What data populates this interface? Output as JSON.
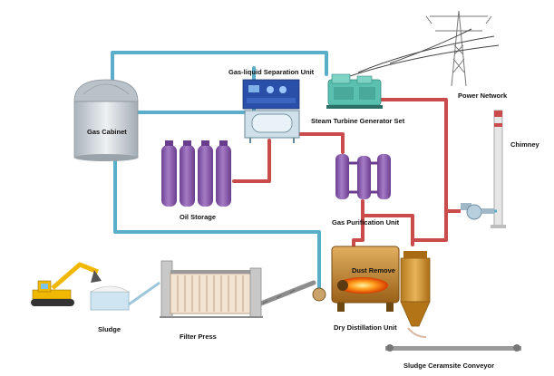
{
  "labels": {
    "gas_cabinet": "Gas Cabinet",
    "gas_liquid_separation_unit": "Gas-liquid Separation Unit",
    "steam_turbine_generator_set": "Steam Turbine Generator Set",
    "power_network": "Power Network",
    "chimney": "Chimney",
    "oil_storage": "Oil Storage",
    "gas_purification_unit": "Gas Purification Unit",
    "dust_remove": "Dust Remove",
    "sludge": "Sludge",
    "filter_press": "Filter Press",
    "dry_distillation_unit": "Dry Distillation Unit",
    "sludge_ceramsite_conveyor": "Sludge Ceramsite Conveyor"
  },
  "colors": {
    "gas_pipe": "#5aaec9",
    "hot_pipe": "#c94b4b",
    "oil_tank": "#8a5cae",
    "furnace": "#c98a2a",
    "cabinet": "#cfd6dc",
    "excavator": "#f0b800"
  }
}
